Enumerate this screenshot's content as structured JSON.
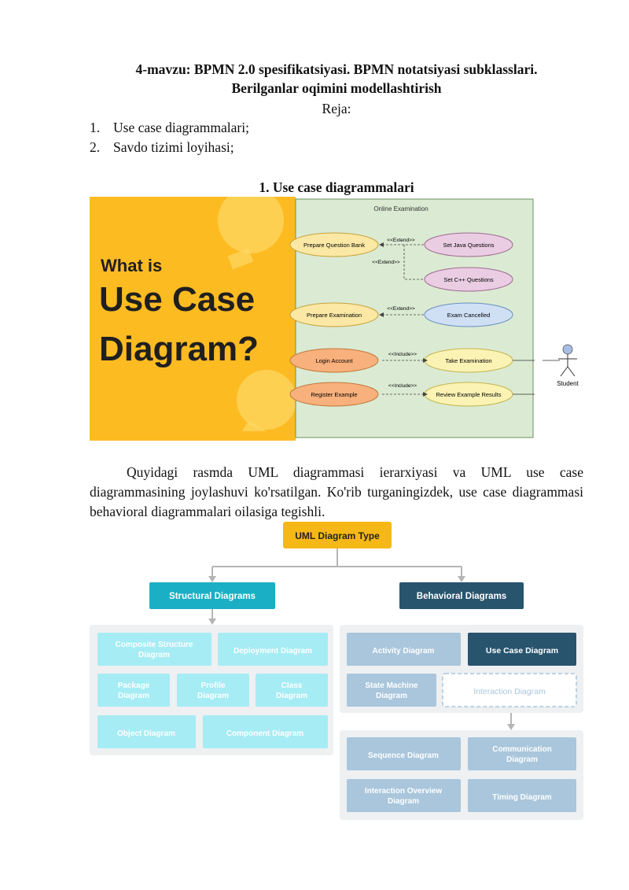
{
  "doc": {
    "title_line1": "4-mavzu: BPMN 2.0 spesifikatsiyasi. BPMN notatsiyasi subklasslari.",
    "title_line2": "Berilganlar oqimini modellashtirish",
    "plan": "Reja:",
    "list": [
      {
        "num": "1.",
        "text": "Use case diagrammalari;"
      },
      {
        "num": "2.",
        "text": "Savdo tizimi loyihasi;"
      }
    ],
    "section_heading": "1. Use case diagrammalari",
    "paragraph": "Quyidagi rasmda UML diagrammasi ierarxiyasi va UML use case diagrammasining joylashuvi ko'rsatilgan. Ko'rib turganingizdek, use case diagrammasi behavioral diagrammalari oilasiga tegishli."
  },
  "usecase_image": {
    "left_panel": {
      "line1": "What is",
      "line2": "Use Case",
      "line3": "Diagram?"
    },
    "system_label": "Online Examination",
    "actor": "Student",
    "left_cases": [
      "Prepare Question Bank",
      "Prepare Examination",
      "Login Account",
      "Register Example"
    ],
    "right_cases": [
      "Set Java Questions",
      "Set C++ Questions",
      "Exam Cancelled",
      "Take Examination",
      "Review Example Results"
    ],
    "relations": [
      "<<Extend>>",
      "<<Extend>>",
      "<<Extend>>",
      "<<Include>>",
      "<<Include>>"
    ]
  },
  "uml_hierarchy": {
    "root": "UML Diagram Type",
    "structural": "Structural Diagrams",
    "behavioral": "Behavioral Diagrams",
    "structural_items": [
      "Composite Structure Diagram",
      "Deployment Diagram",
      "Package Diagram",
      "Profile Diagram",
      "Class Diagram",
      "Object Diagram",
      "Component Diagram"
    ],
    "behavioral_items": [
      "Activity Diagram",
      "Use Case Diagram",
      "State Machine Diagram",
      "Interaction Diagram"
    ],
    "interaction_items": [
      "Sequence Diagram",
      "Communication Diagram",
      "Interaction Overview Diagram",
      "Timing Diagram"
    ],
    "colors": {
      "root": "#f6b817",
      "structural": "#1aafc4",
      "behavioral": "#28546e",
      "light_cyan": "#a6ecf4",
      "light_blue": "#a9c6dc",
      "panel": "#eef0f2"
    }
  }
}
